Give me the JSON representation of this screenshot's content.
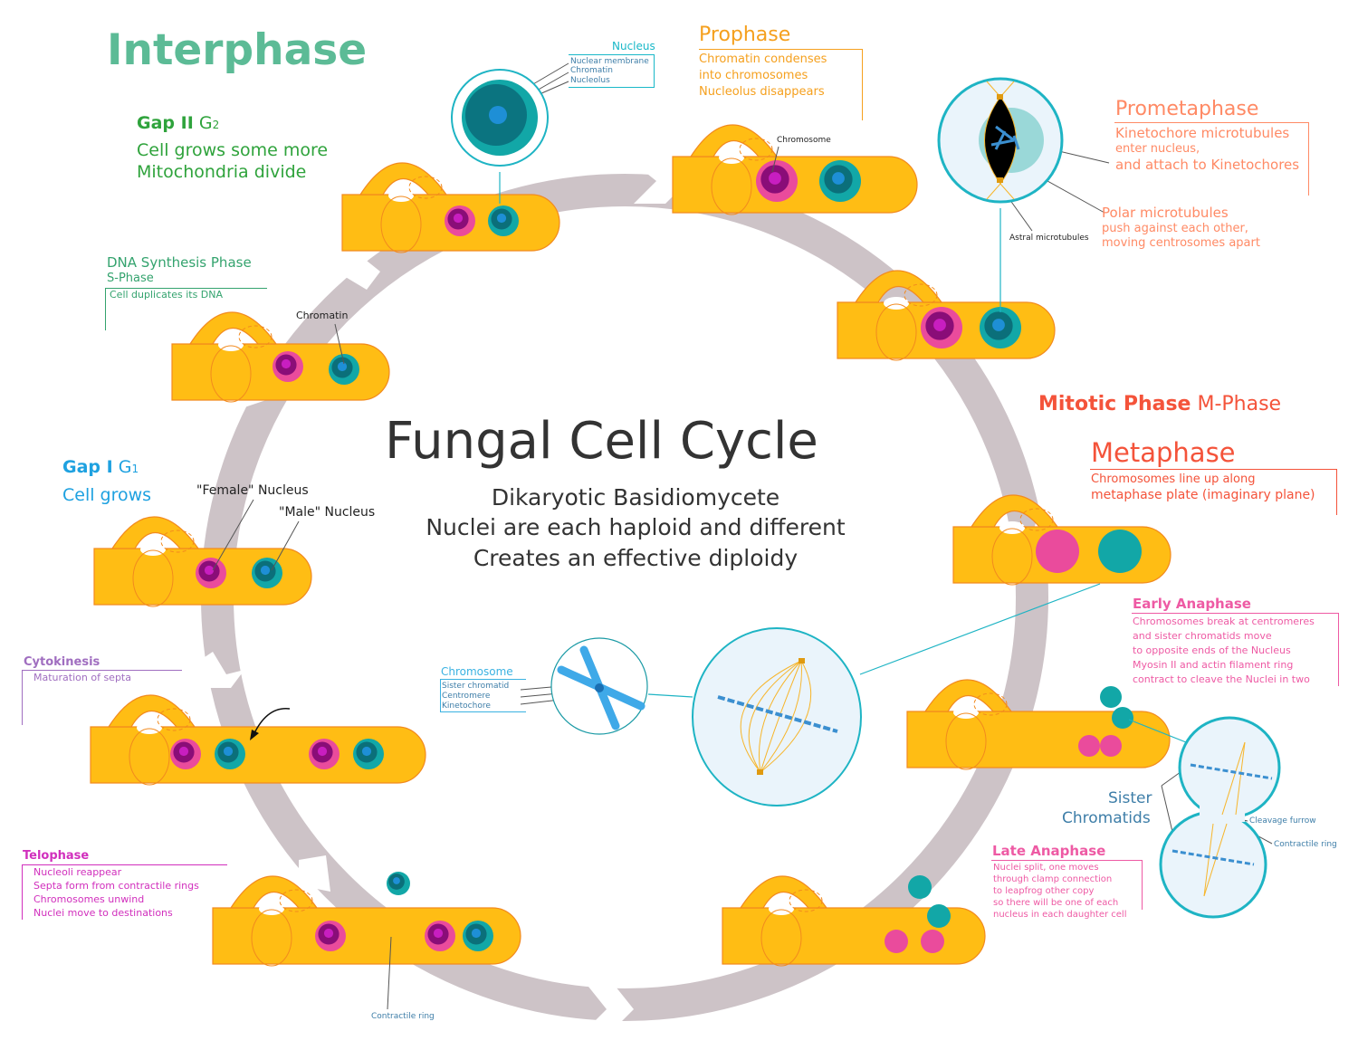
{
  "title": {
    "main": "Fungal Cell Cycle",
    "lines": [
      "Dikaryotic Basidiomycete",
      "Nuclei are each haploid and different",
      "Creates an effective diploidy"
    ]
  },
  "colors": {
    "interphase": "#5cbb96",
    "gap2": "#2fa33c",
    "s_phase": "#34a36e",
    "gap1": "#1ea1e0",
    "prophase": "#f5a01e",
    "prometaphase": "#ff8a65",
    "mitotic": "#f4533a",
    "metaphase": "#f4533a",
    "early_anaphase": "#ee5aa4",
    "late_anaphase": "#ee5aa4",
    "telophase": "#d12fbd",
    "cytokinesis": "#a06ec0",
    "cell": "#ffbd14",
    "cell_outline": "#f28a1e",
    "female_nucleus": "#ea4b9c",
    "male_nucleus": "#12a7a7",
    "cycle_arrow": "#cdc3c7",
    "label_blue": "#3e7ea8"
  },
  "interphase": {
    "heading": "Interphase"
  },
  "gap2": {
    "bold": "Gap II",
    "suffix": "G",
    "sub": "2",
    "lines": [
      "Cell grows some more",
      "Mitochondria divide"
    ]
  },
  "s_phase": {
    "title": "DNA Synthesis Phase",
    "subtitle": "S-Phase",
    "desc": "Cell duplicates its DNA",
    "callout": "Chromatin"
  },
  "gap1": {
    "bold": "Gap I",
    "suffix": "G",
    "sub": "1",
    "line": "Cell grows",
    "female_label": "\"Female\" Nucleus",
    "male_label": "\"Male\" Nucleus"
  },
  "nucleus_detail": {
    "title": "Nucleus",
    "items": [
      "Nuclear membrane",
      "Chromatin",
      "Nucleolus"
    ]
  },
  "prophase": {
    "title": "Prophase",
    "lines": [
      "Chromatin condenses",
      "into chromosomes",
      "Nucleolus disappears"
    ],
    "callout": "Chromosome"
  },
  "prometaphase": {
    "title": "Prometaphase",
    "lines": [
      "Kinetochore microtubules",
      "enter nucleus,",
      "and attach to Kinetochores"
    ],
    "polar": [
      "Polar microtubules",
      "push against each other,",
      "moving centrosomes apart"
    ],
    "astral": "Astral microtubules"
  },
  "mitotic": {
    "bold": "Mitotic Phase",
    "suffix": "M-Phase"
  },
  "metaphase": {
    "title": "Metaphase",
    "lines": [
      "Chromosomes line up along",
      "metaphase plate (imaginary plane)"
    ]
  },
  "chromosome_detail": {
    "title": "Chromosome",
    "items": [
      "Sister chromatid",
      "Centromere",
      "Kinetochore"
    ]
  },
  "early_anaphase": {
    "title": "Early Anaphase",
    "lines": [
      "Chromosomes break at centromeres",
      "and sister chromatids move",
      "to opposite ends of the Nucleus",
      "Myosin II and actin filament ring",
      "contract to cleave the Nuclei in two"
    ]
  },
  "anaphase_detail": {
    "sister": [
      "Sister",
      "Chromatids"
    ],
    "cleavage": "Cleavage furrow",
    "ring": "Contractile ring"
  },
  "late_anaphase": {
    "title": "Late Anaphase",
    "lines": [
      "Nuclei split, one moves",
      "through clamp connection",
      "to leapfrog other copy",
      "so there will be one of each",
      "nucleus in each daughter cell"
    ]
  },
  "telophase": {
    "title": "Telophase",
    "lines": [
      "Nucleoli reappear",
      "Septa form from contractile rings",
      "Chromosomes unwind",
      "Nuclei move to destinations"
    ],
    "callout": "Contractile ring"
  },
  "cytokinesis": {
    "title": "Cytokinesis",
    "desc": "Maturation of septa"
  }
}
